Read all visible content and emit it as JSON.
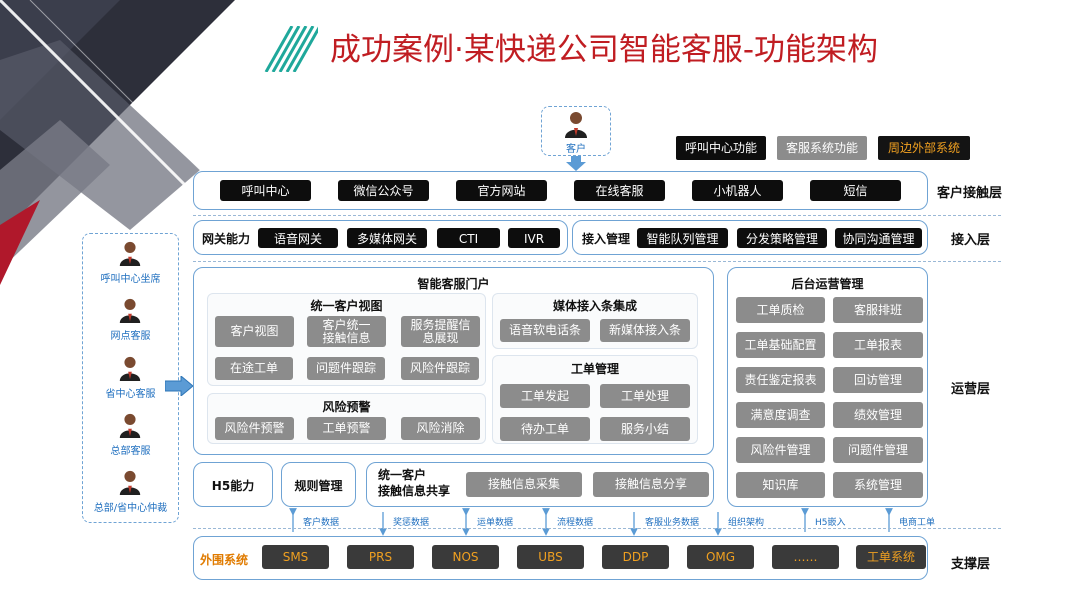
{
  "title": "成功案例·某快递公司智能客服-功能架构",
  "legend": {
    "black": "呼叫中心功能",
    "gray": "客服系统功能",
    "orange": "周边外部系统"
  },
  "customer": {
    "label": "客户"
  },
  "layers": {
    "contact": "客户接触层",
    "access": "接入层",
    "ops": "运营层",
    "support": "支撑层"
  },
  "contact_channels": [
    "呼叫中心",
    "微信公众号",
    "官方网站",
    "在线客服",
    "小机器人",
    "短信"
  ],
  "gateway": {
    "label": "网关能力",
    "items": [
      "语音网关",
      "多媒体网关",
      "CTI",
      "IVR"
    ]
  },
  "access_mgmt": {
    "label": "接入管理",
    "items": [
      "智能队列管理",
      "分发策略管理",
      "协同沟通管理"
    ]
  },
  "agents": [
    "呼叫中心坐席",
    "网点客服",
    "省中心客服",
    "总部客服",
    "总部/省中心仲裁"
  ],
  "portal": {
    "title": "智能客服门户",
    "unified_view": {
      "title": "统一客户视图",
      "items": [
        "客户视图",
        "客户统一\n接触信息",
        "服务提醒信\n息展现",
        "在途工单",
        "问题件跟踪",
        "风险件跟踪"
      ]
    },
    "risk": {
      "title": "风险预警",
      "items": [
        "风险件预警",
        "工单预警",
        "风险消除"
      ]
    },
    "media": {
      "title": "媒体接入条集成",
      "items": [
        "语音软电话条",
        "新媒体接入条"
      ]
    },
    "ticket": {
      "title": "工单管理",
      "items": [
        "工单发起",
        "工单处理",
        "待办工单",
        "服务小结"
      ]
    }
  },
  "bottom_row": {
    "h5": "H5能力",
    "rules": "规则管理",
    "share_title": "统一客户\n接触信息共享",
    "share_items": [
      "接触信息采集",
      "接触信息分享"
    ]
  },
  "backend": {
    "title": "后台运营管理",
    "items": [
      "工单质检",
      "客服排班",
      "工单基础配置",
      "工单报表",
      "责任鉴定报表",
      "回访管理",
      "满意度调查",
      "绩效管理",
      "风险件管理",
      "问题件管理",
      "知识库",
      "系统管理"
    ]
  },
  "flows": [
    "客户数据",
    "奖惩数据",
    "运单数据",
    "流程数据",
    "客服业务数据",
    "组织架构",
    "H5嵌入",
    "电商工单"
  ],
  "external": {
    "label": "外围系统",
    "items": [
      "SMS",
      "PRS",
      "NOS",
      "UBS",
      "DDP",
      "OMG",
      "……",
      "工单系统"
    ]
  }
}
